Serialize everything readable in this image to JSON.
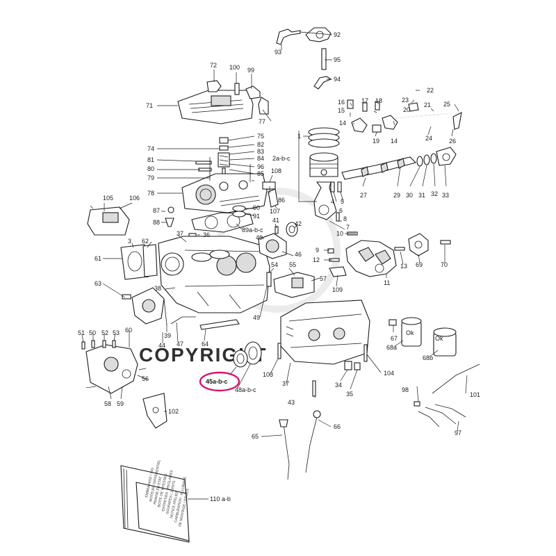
{
  "diagram": {
    "highlight_color": "#d6136f",
    "watermark_color": "#cfcfcf",
    "watermark": "COPYRIGHT",
    "highlighted_label": "45a-b-c",
    "labels": {
      "l1": "1",
      "l2abc": "2a-b-c",
      "l3": "3",
      "l4": "4",
      "l5": "5",
      "l6": "6",
      "l7": "7",
      "l8": "8",
      "l9": "9",
      "l10": "10",
      "l11": "11",
      "l12": "12",
      "l13": "13",
      "l14a": "14",
      "l14b": "14",
      "l15": "15",
      "l16": "16",
      "l17": "17",
      "l18": "18",
      "l19": "19",
      "l20": "20",
      "l21": "21",
      "l22": "22",
      "l23": "23",
      "l24": "24",
      "l25": "25",
      "l26": "26",
      "l27": "27",
      "l29": "29",
      "l30": "30",
      "l31": "31",
      "l32": "32",
      "l33": "33",
      "l34": "34",
      "l35": "35",
      "l36": "36",
      "l37a": "37",
      "l37b": "37",
      "l38": "38",
      "l39": "39",
      "l40": "40",
      "l41": "41",
      "l42": "42",
      "l43": "43",
      "l44": "44",
      "l46": "46",
      "l47": "47",
      "l48abc": "48a-b-c",
      "l49": "49",
      "l50": "50",
      "l51": "51",
      "l52": "52",
      "l53": "53",
      "l54": "54",
      "l55": "55",
      "l56": "56",
      "l57": "57",
      "l58": "58",
      "l59": "59",
      "l60": "60",
      "l61": "61",
      "l62": "62",
      "l63": "63",
      "l64": "64",
      "l65": "65",
      "l66": "66",
      "l67": "67",
      "l68a": "68a",
      "l68b": "68b",
      "l69": "69",
      "l70": "70",
      "l71": "71",
      "l72": "72",
      "l74": "74",
      "l75": "75",
      "l77": "77",
      "l78": "78",
      "l79": "79",
      "l80": "80",
      "l81": "81",
      "l82": "82",
      "l83": "83",
      "l84": "84",
      "l85": "85",
      "l86": "86",
      "l87": "87",
      "l88": "88",
      "l89abc": "89a-b-c",
      "l90": "90",
      "l91": "91",
      "l92": "92",
      "l93": "93",
      "l94": "94",
      "l95": "95",
      "l96": "96",
      "l97": "97",
      "l98": "98",
      "l99": "99",
      "l100": "100",
      "l101": "101",
      "l102": "102",
      "l103": "103",
      "l104": "104",
      "l105": "105",
      "l106": "106",
      "l107": "107",
      "l108": "108",
      "l109": "109",
      "l110ab": "110 a-b"
    },
    "filter_marks": {
      "f67": "Ok",
      "f68b": "Ok"
    },
    "book_lines": [
      "EMBRAYAGE / SIG",
      "MOTEUR / DIFFERENTIEL",
      "REMISE EN ETAT",
      "BOITE DE VITESSES",
      "ENTRETIEN · REGLAGES",
      "SOUPAPES / JOINTS",
      "NOTICE ATELIER",
      "CARBURATION · ALLUMAGE",
      "DE MONTAGE / PIECES"
    ]
  }
}
